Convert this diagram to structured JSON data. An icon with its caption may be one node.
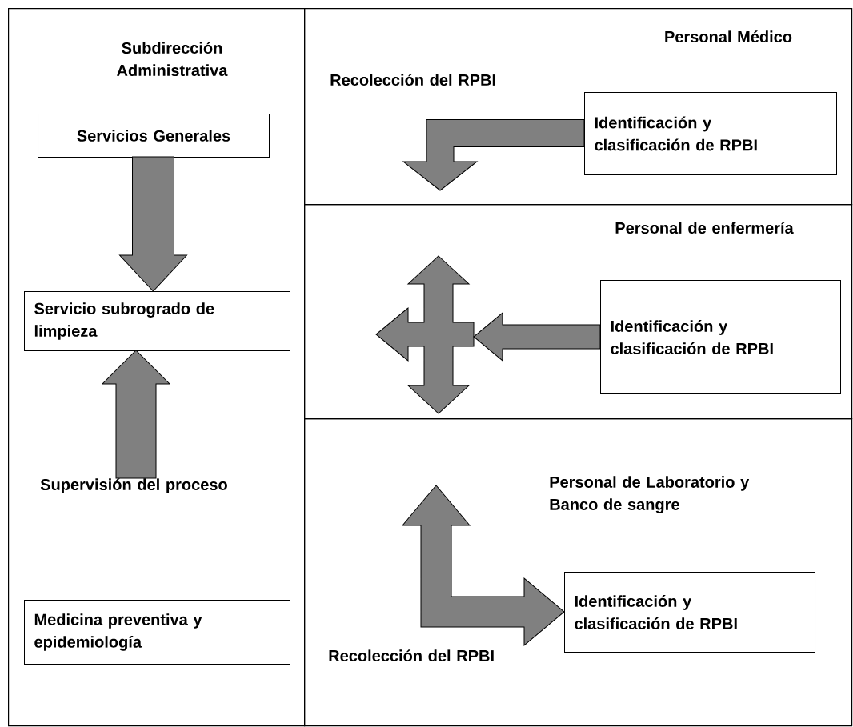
{
  "diagram": {
    "nodes": [
      {
        "text": [
          "Subdirección Administrativa"
        ]
      },
      {
        "text": [
          "Servicios Generales"
        ],
        "in": 0
      },
      {
        "text": [
          "Servicio subrogrado de limpieza"
        ],
        "in": 0
      },
      {
        "text": [
          "Supervisión del proceso"
        ],
        "in": 0
      },
      {
        "text": [
          "Medicina preventiva y epidemiología"
        ],
        "in": 0
      },
      {
        "text": [
          "Personal Médico"
        ]
      },
      {
        "text": [
          "Identificación y clasificación de RPBI"
        ],
        "in": 5
      },
      {
        "text": [
          "Personal de enfermería"
        ]
      },
      {
        "text": [],
        "shape": "arrow",
        "in": 7
      },
      {
        "text": [
          "Identificación y clasificación de RPBI"
        ],
        "in": 7
      },
      {
        "text": [
          "Personal de Laboratorio y Banco de sangre"
        ]
      },
      {
        "text": [
          "Identificación y clasificación de RPBI"
        ],
        "in": 10
      }
    ],
    "edges": [
      {
        "from": 1,
        "to": 2,
        "arrow": "to"
      },
      {
        "from": 3,
        "to": 2,
        "arrow": "to"
      },
      {
        "from": 6,
        "to": null,
        "arrow": "to",
        "label": "Recolección del RPBI"
      },
      {
        "from": 9,
        "to": 8,
        "arrow": "to"
      },
      {
        "from": null,
        "to": 11,
        "arrow": "both"
      }
    ],
    "labels": [
      "Recolección del RPBI"
    ]
  }
}
